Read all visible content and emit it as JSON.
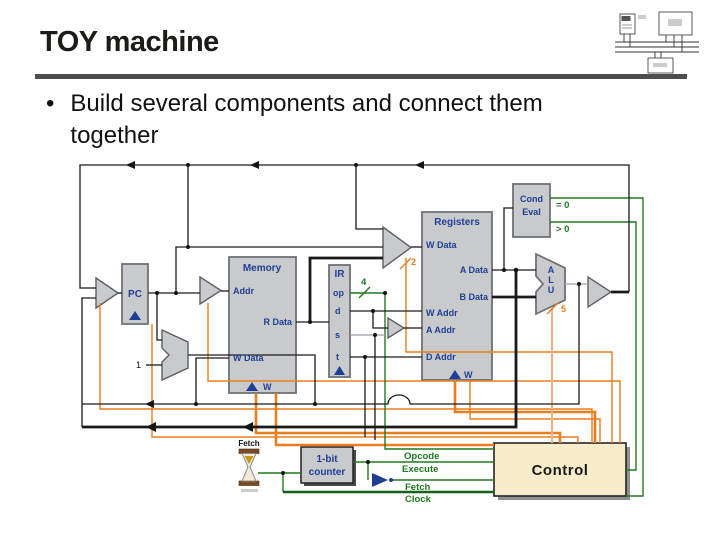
{
  "slide": {
    "title": "TOY machine",
    "bullet_glyph": "•",
    "bullet": "Build several components and connect them together"
  },
  "diagram": {
    "pc": {
      "label": "PC"
    },
    "adder": {
      "input_label": "1"
    },
    "memory": {
      "title": "Memory",
      "addr": "Addr",
      "r_data": "R Data",
      "w_data": "W Data",
      "w": "W"
    },
    "ir": {
      "title": "IR",
      "op": "op",
      "d": "d",
      "s": "s",
      "t": "t"
    },
    "registers": {
      "title": "Registers",
      "w_data": "W Data",
      "a_data": "A Data",
      "b_data": "B Data",
      "w_addr": "W Addr",
      "a_addr": "A Addr",
      "d_addr": "D Addr",
      "w": "W"
    },
    "cond_eval": {
      "line1": "Cond",
      "line2": "Eval",
      "eq_zero": "= 0",
      "gt_zero": "> 0"
    },
    "alu": {
      "a": "A",
      "l": "L",
      "u": "U"
    },
    "bus_widths": {
      "op_bits": "4",
      "wdata_mux_bits": "2",
      "alu_bits": "5"
    },
    "counter": {
      "line1": "1-bit",
      "line2": "counter"
    },
    "clock": {
      "label": "Fetch"
    },
    "control": {
      "label": "Control"
    },
    "signals": {
      "opcode": "Opcode",
      "execute": "Execute",
      "fetch": "Fetch",
      "clock": "Clock"
    },
    "colors": {
      "wire_black": "#1a1a1a",
      "wire_orange": "#e87e1e",
      "wire_orange_light": "#f3b183",
      "wire_green": "#217a21",
      "wire_green_dark": "#14611c",
      "label_navy": "#1e3f96",
      "box_gray": "#c9cacc",
      "control_cream": "#f8ecca"
    }
  }
}
